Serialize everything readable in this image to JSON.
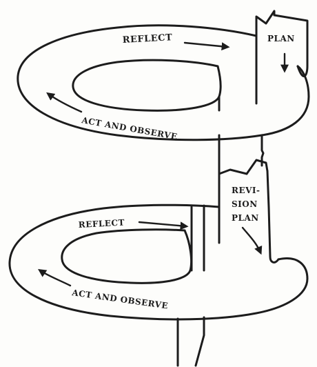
{
  "cycle_1": {
    "reflect": "REFLECT",
    "plan": "PLAN",
    "act_and_observe": "ACT AND OBSERVE"
  },
  "cycle_2": {
    "reflect": "REFLECT",
    "revision_plan_line1": "REVI-",
    "revision_plan_line2": "SION",
    "revision_plan_line3": "PLAN",
    "act_and_observe": "ACT AND OBSERVE"
  },
  "colors": {
    "ink": "#1c1c1c",
    "paper": "#fdfdfb"
  }
}
